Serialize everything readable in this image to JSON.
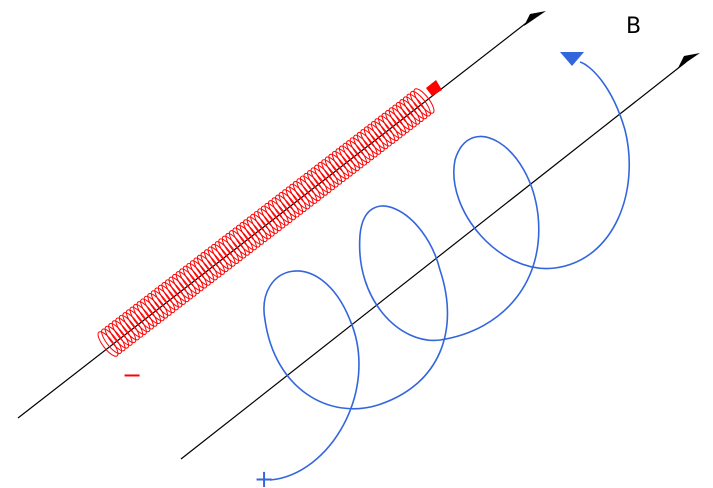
{
  "labels": {
    "field": "B",
    "minus": "−",
    "plus": "+"
  },
  "colors": {
    "axis": "#000000",
    "solenoid": "#ff0000",
    "spiral": "#3366dd",
    "background": "#ffffff"
  },
  "solenoid": {
    "turns": 90
  },
  "spiral": {
    "loops": 3
  }
}
